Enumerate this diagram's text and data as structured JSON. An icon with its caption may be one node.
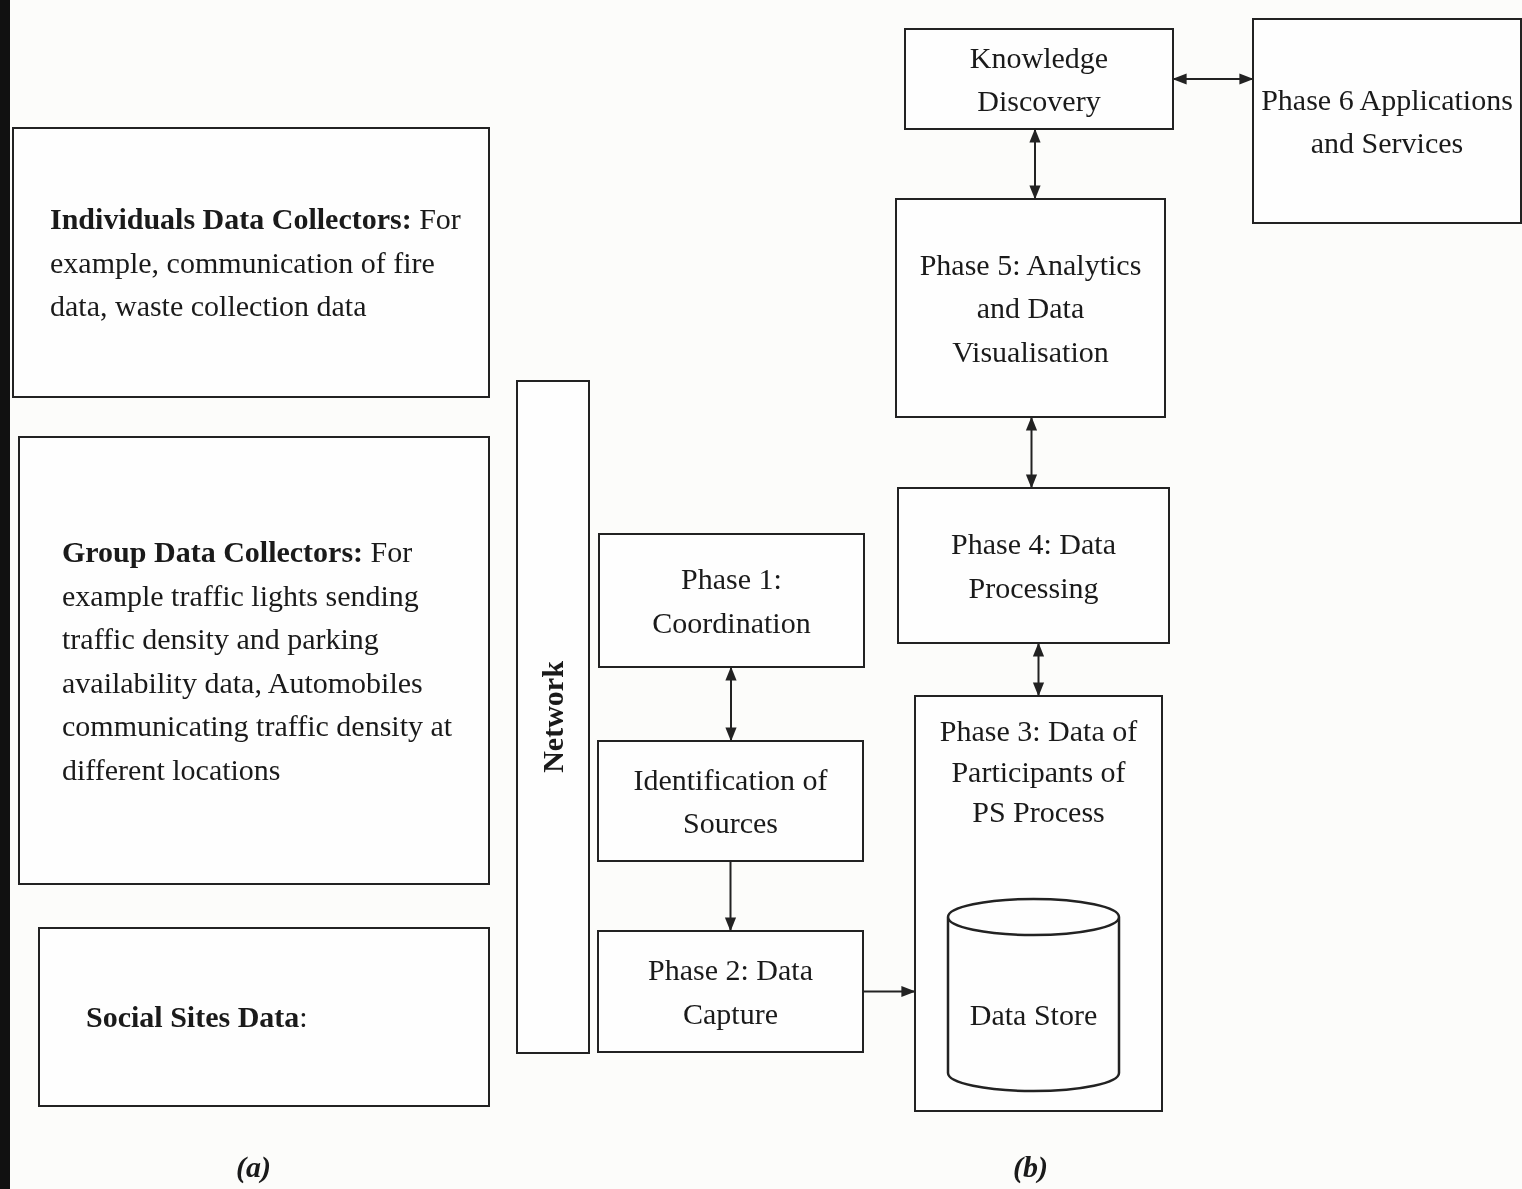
{
  "diagram": {
    "nodes": [
      {
        "text": [
          "**Individuals Data Collectors:** For example, communication of fire data, waste collection data"
        ]
      },
      {
        "text": [
          "**Group Data Collectors:** For example traffic lights sending traffic density and parking availability data, Automobiles communicating traffic density at different locations"
        ]
      },
      {
        "text": [
          "**Social Sites Data**:"
        ]
      },
      {
        "text": [
          "Network"
        ]
      },
      {
        "text": [
          "Phase 1: Coordination"
        ]
      },
      {
        "text": [
          "Identification of Sources"
        ]
      },
      {
        "text": [
          "Phase 2: Data Capture"
        ]
      },
      {
        "text": [
          "Phase 3: Data of Participants of PS Process"
        ]
      },
      {
        "text": [
          "Data Store"
        ],
        "in": 7
      },
      {
        "text": [
          "Phase 4: Data Processing"
        ]
      },
      {
        "text": [
          "Phase 5: Analytics and Data Visualisation"
        ]
      },
      {
        "text": [
          "Knowledge Discovery"
        ]
      },
      {
        "text": [
          "Phase 6 Applications and Services"
        ]
      }
    ],
    "edges": [
      {
        "from": 4,
        "to": 5,
        "arrow": "both"
      },
      {
        "from": 5,
        "to": 6,
        "arrow": "to"
      },
      {
        "from": 6,
        "to": 7,
        "arrow": "to"
      },
      {
        "from": 9,
        "to": 7,
        "arrow": "both"
      },
      {
        "from": 10,
        "to": 9,
        "arrow": "both"
      },
      {
        "from": 11,
        "to": 10,
        "arrow": "both"
      },
      {
        "from": 11,
        "to": 12,
        "arrow": "both"
      }
    ],
    "labels": [
      "(a)",
      "(b)"
    ]
  }
}
